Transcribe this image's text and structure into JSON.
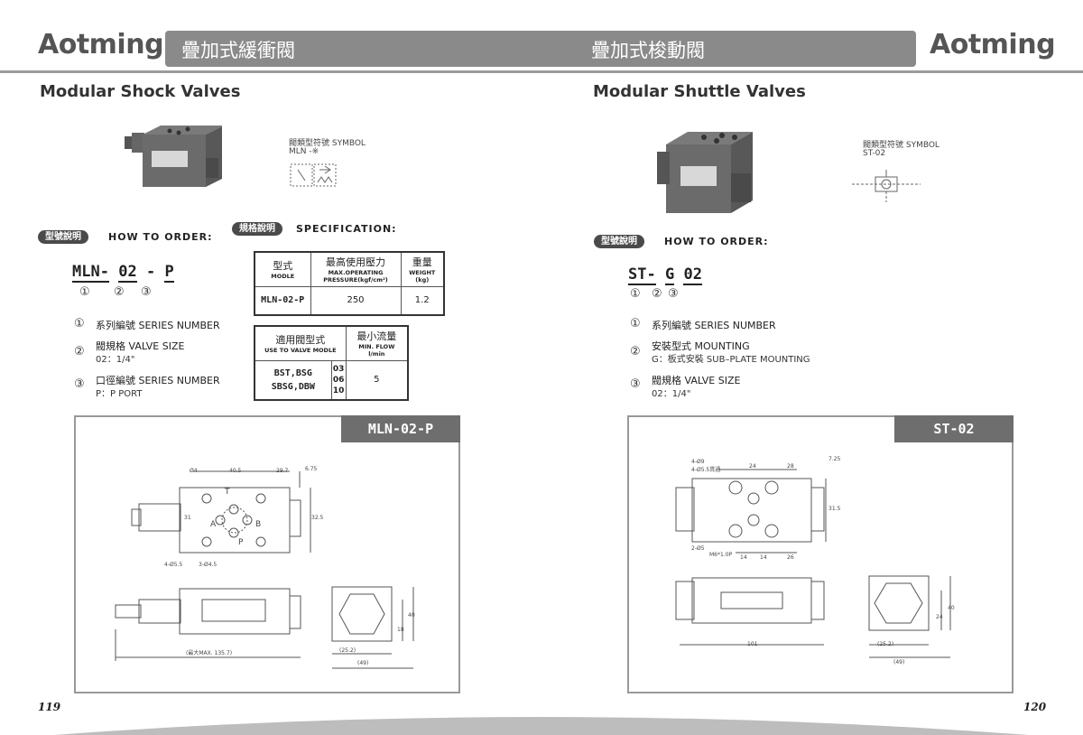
{
  "brand": {
    "left_logo": "Aotming",
    "right_logo": "Aotming"
  },
  "header": {
    "left_title": "疊加式緩衝閥",
    "right_title": "疊加式梭動閥"
  },
  "left": {
    "title": "Modular Shock Valves",
    "symbol_label": "閥類型符號 SYMBOL",
    "symbol_code": "MLN -※",
    "order_badge": "型號說明",
    "order_label": "HOW TO ORDER:",
    "spec_badge": "規格說明",
    "spec_label": "SPECIFICATION:",
    "code_parts": [
      "MLN-",
      "02",
      "-",
      "P"
    ],
    "code_nums": [
      "①",
      "②",
      "③"
    ],
    "items": [
      {
        "num": "①",
        "title": "系列編號 SERIES NUMBER",
        "sub": ""
      },
      {
        "num": "②",
        "title": "閥規格 VALVE SIZE",
        "sub": "02：1/4\""
      },
      {
        "num": "③",
        "title": "口徑編號 SERIES NUMBER",
        "sub": "P：P PORT"
      }
    ],
    "spec_table": {
      "h_model": "型式",
      "h_model_en": "MODLE",
      "h_pressure": "最高使用壓力",
      "h_pressure_en": "MAX.OPERATING PRESSURE(kgf/cm²)",
      "h_weight": "重量",
      "h_weight_en": "WEIGHT (kg)",
      "model": "MLN-02-P",
      "pressure": "250",
      "weight": "1.2"
    },
    "spec_table2": {
      "h_use": "適用閥型式",
      "h_use_en": "USE TO VALVE MODLE",
      "h_flow": "最小流量",
      "h_flow_en": "MIN. FLOW l/min",
      "models": "BST,BSG SBSG,DBW",
      "sizes": [
        "03",
        "06",
        "10"
      ],
      "flow": "5"
    },
    "drawing_tag": "MLN-02-P",
    "dims": {
      "d4": "Ø4",
      "w405": "40.5",
      "w297": "29.7",
      "h675": "6.75",
      "h31": "31",
      "h325": "32.5",
      "port_T": "T",
      "port_A": "A",
      "port_B": "B",
      "port_P": "P",
      "holes1": "4-Ø5.5",
      "holes2": "3-Ø4.5",
      "max": "(最大MAX. 135.7)",
      "w252": "(25.2)",
      "w49": "(49)",
      "h18": "18",
      "h40": "40"
    },
    "page": "119"
  },
  "right": {
    "title": "Modular Shuttle Valves",
    "symbol_label": "閥類型符號 SYMBOL",
    "symbol_code": "ST-02",
    "order_badge": "型號說明",
    "order_label": "HOW TO ORDER:",
    "code_parts": [
      "ST-",
      "G",
      "02"
    ],
    "code_nums": [
      "①",
      "②",
      "③"
    ],
    "items": [
      {
        "num": "①",
        "title": "系列編號 SERIES NUMBER",
        "sub": ""
      },
      {
        "num": "②",
        "title": "安裝型式 MOUNTING",
        "sub": "G：板式安裝 SUB–PLATE MOUNTING"
      },
      {
        "num": "③",
        "title": "閥規格 VALVE SIZE",
        "sub": "02：1/4\""
      }
    ],
    "drawing_tag": "ST-02",
    "dims": {
      "holes1": "4-Ø9",
      "holes2": "4-Ø5.5貫通",
      "w24": "24",
      "w28": "28",
      "h725": "7.25",
      "h315": "31.5",
      "d5": "2-Ø5",
      "m6": "M6*1.0P",
      "w14a": "14",
      "w14b": "14",
      "w26": "26",
      "w101": "101",
      "w252": "(25.2)",
      "w49": "(49)",
      "h24": "24",
      "h40": "40"
    },
    "page": "120"
  }
}
